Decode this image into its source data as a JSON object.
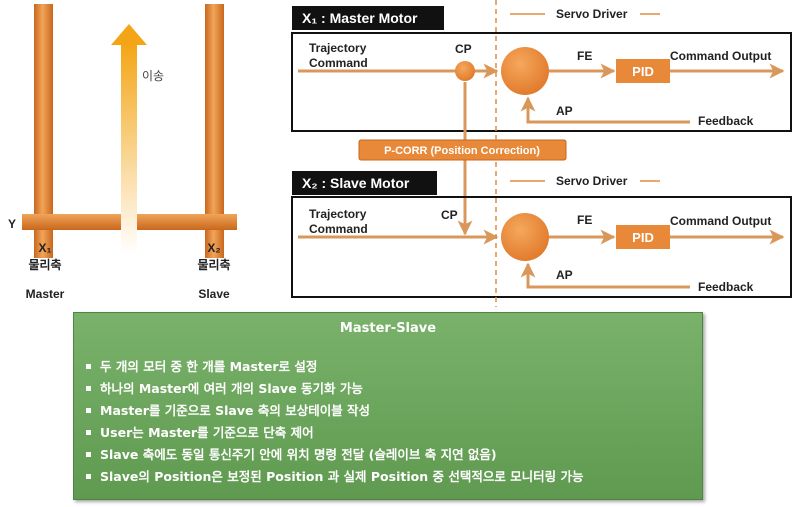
{
  "colors": {
    "orange": "#e8893a",
    "arrow": "#d9985a",
    "yellow": "#f2b01e",
    "dark": "#111111",
    "green": "#6aa55b"
  },
  "gantry": {
    "transfer_label": "이송",
    "y_label": "Y",
    "master_axis": {
      "id": "X₁",
      "line2": "물리축",
      "line3": "Master"
    },
    "slave_axis": {
      "id": "X₂",
      "line2": "물리축",
      "line3": "Slave"
    }
  },
  "master_loop": {
    "title": "X₁ : Master Motor",
    "servo_driver": "Servo Driver",
    "trajectory_line1": "Trajectory",
    "trajectory_line2": "Command",
    "cp": "CP",
    "fe": "FE",
    "pid": "PID",
    "command_output": "Command Output",
    "ap": "AP",
    "feedback": "Feedback"
  },
  "pcorr": "P-CORR (Position Correction)",
  "slave_loop": {
    "title": "X₂ : Slave Motor",
    "servo_driver": "Servo Driver",
    "trajectory_line1": "Trajectory",
    "trajectory_line2": "Command",
    "cp": "CP",
    "fe": "FE",
    "pid": "PID",
    "command_output": "Command Output",
    "ap": "AP",
    "feedback": "Feedback"
  },
  "panel": {
    "title": "Master-Slave",
    "items": [
      "두 개의 모터 중 한 개를 Master로 설정",
      "하나의 Master에 여러 개의 Slave 동기화 가능",
      "Master를 기준으로 Slave 축의 보상테이블 작성",
      "User는 Master를 기준으로 단축 제어",
      "Slave 축에도 동일 통신주기 안에 위치 명령 전달 (슬레이브 축 지연 없음)",
      "Slave의 Position은 보정된 Position 과 실제 Position 중 선택적으로 모니터링 가능"
    ]
  }
}
